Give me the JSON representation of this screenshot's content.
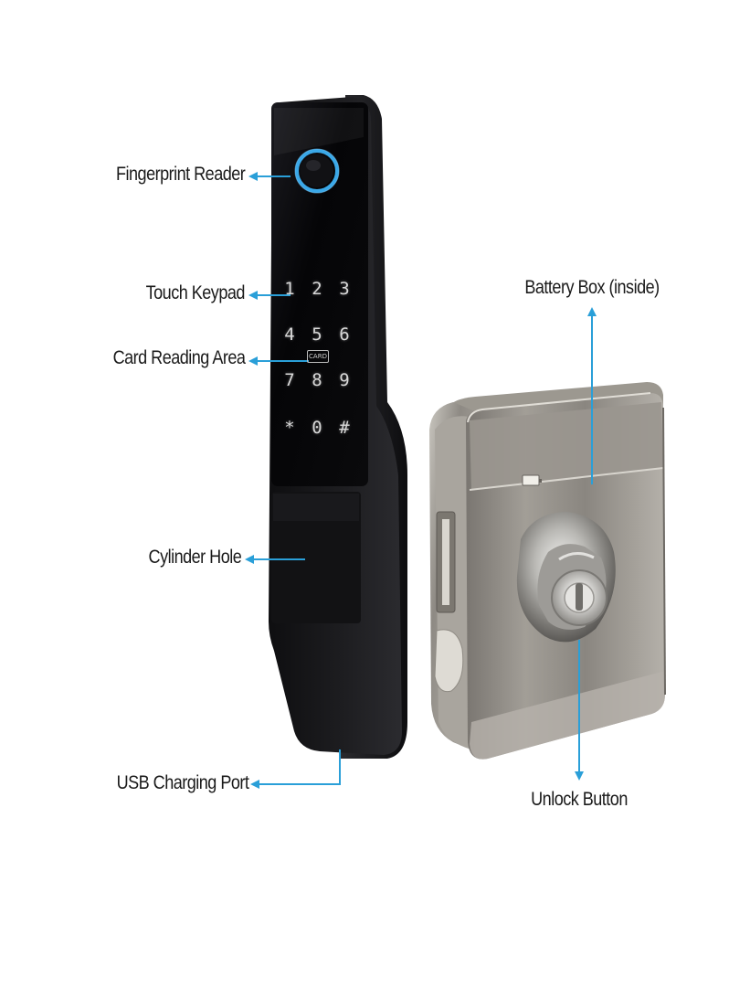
{
  "labels": {
    "fingerprint_reader": "Fingerprint Reader",
    "touch_keypad": "Touch Keypad",
    "card_reading_area": "Card Reading Area",
    "cylinder_hole": "Cylinder Hole",
    "usb_charging_port": "USB Charging Port",
    "battery_box": "Battery Box (inside)",
    "unlock_button": "Unlock Button"
  },
  "keypad": {
    "keys": [
      "1",
      "2",
      "3",
      "4",
      "5",
      "6",
      "7",
      "8",
      "9",
      "*",
      "0",
      "#"
    ],
    "card_icon_text": "CARD"
  },
  "colors": {
    "arrow": "#2a9fd8",
    "lock_body": "#1b1b1d",
    "panel_glass": "#070709",
    "fingerprint_ring": "#3aa8e8",
    "steel": "#8a8680"
  }
}
